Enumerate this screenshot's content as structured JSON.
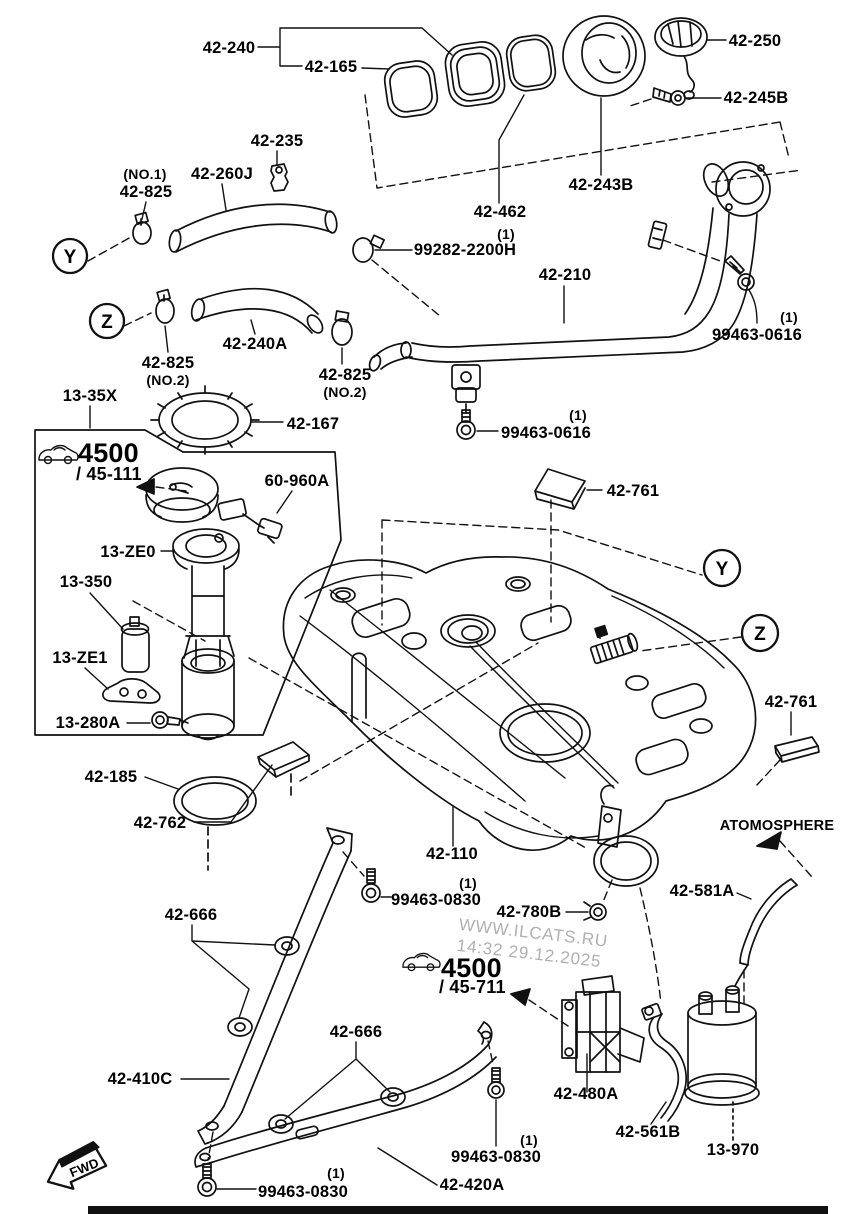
{
  "page": {
    "background": "#ffffff",
    "line_color": "#111111",
    "watermark_color": "#b0b0b0"
  },
  "watermark": {
    "line1": "WWW.ILCATS.RU",
    "line2": "14:32 29.12.2025"
  },
  "markers": {
    "y": "Y",
    "z": "Z",
    "fwd": "FWD",
    "atmosphere": "ATOMOSPHERE"
  },
  "qualifiers": {
    "qty1": "(1)",
    "no1": "(NO.1)",
    "no2": "(NO.2)"
  },
  "models": {
    "primary": {
      "code": "4500",
      "range": "/ 45-111"
    },
    "secondary": {
      "code": "4500",
      "range": "/ 45-711"
    }
  },
  "parts": {
    "p42240": "42-240",
    "p42165": "42-165",
    "p42250": "42-250",
    "p42245b": "42-245B",
    "p42235": "42-235",
    "p42260j": "42-260J",
    "p42825": "42-825",
    "p42462": "42-462",
    "p42243b": "42-243B",
    "p992822200h": "99282-2200H",
    "p42210": "42-210",
    "p994630616": "99463-0616",
    "p42240a": "42-240A",
    "p1335x": "13-35X",
    "p42167": "42-167",
    "p60960a": "60-960A",
    "p13ze0": "13-ZE0",
    "p13350": "13-350",
    "p13ze1": "13-ZE1",
    "p13280a": "13-280A",
    "p42185": "42-185",
    "p42762": "42-762",
    "p42761": "42-761",
    "p42110": "42-110",
    "p994630830": "99463-0830",
    "p42780b": "42-780B",
    "p42666": "42-666",
    "p42410c": "42-410C",
    "p42420a": "42-420A",
    "p42480a": "42-480A",
    "p42561b": "42-561B",
    "p13970": "13-970",
    "p42581a": "42-581A"
  }
}
